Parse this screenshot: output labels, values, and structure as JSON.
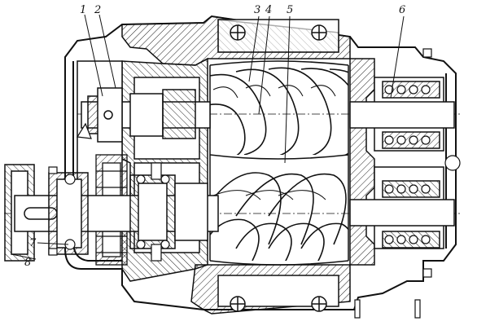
{
  "callouts": [
    {
      "id": "1",
      "label": "1"
    },
    {
      "id": "2",
      "label": "2"
    },
    {
      "id": "3",
      "label": "3"
    },
    {
      "id": "4",
      "label": "4"
    },
    {
      "id": "5",
      "label": "5"
    },
    {
      "id": "6",
      "label": "6"
    },
    {
      "id": "7",
      "label": "7"
    },
    {
      "id": "8",
      "label": "8"
    }
  ],
  "colors": {
    "ink": "#111111",
    "paper": "#ffffff",
    "hatch": "#222222"
  }
}
